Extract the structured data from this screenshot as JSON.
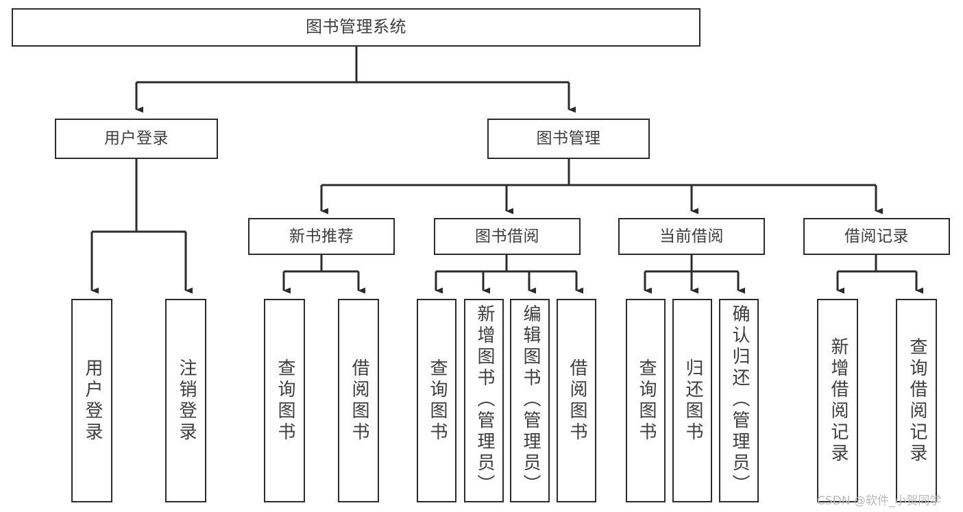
{
  "diagram": {
    "title": "图书管理系统",
    "type": "tree-hierarchy-diagram",
    "colors": {
      "stroke": "#2b2b2b",
      "node_fill": "#ffffff",
      "text": "#3d3d3d",
      "background": "#ffffff",
      "watermark": "#b9b9b9"
    },
    "root": {
      "label": "图书管理系统"
    },
    "level1": [
      {
        "label": "用户登录"
      },
      {
        "label": "图书管理"
      }
    ],
    "level2": [
      {
        "label": "新书推荐"
      },
      {
        "label": "图书借阅"
      },
      {
        "label": "当前借阅"
      },
      {
        "label": "借阅记录"
      }
    ],
    "leaves": {
      "user_login": [
        {
          "label": "用户登录"
        },
        {
          "label": "注销登录"
        }
      ],
      "new_book_recommend": [
        {
          "label": "查询图书"
        },
        {
          "label": "借阅图书"
        }
      ],
      "book_borrow": [
        {
          "label": "查询图书"
        },
        {
          "label": "新增图书（管理员）"
        },
        {
          "label": "编辑图书（管理员）"
        },
        {
          "label": "借阅图书"
        }
      ],
      "current_borrow": [
        {
          "label": "查询图书"
        },
        {
          "label": "归还图书"
        },
        {
          "label": "确认归还（管理员）"
        }
      ],
      "borrow_record": [
        {
          "label": "新增借阅记录"
        },
        {
          "label": "查询借阅记录"
        }
      ]
    }
  },
  "watermark": {
    "text": "CSDN @软件_小贺同学"
  }
}
